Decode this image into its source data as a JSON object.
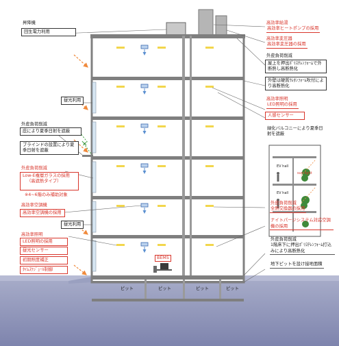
{
  "machine_room": {
    "title": "昇降機",
    "box": "回生電力利用"
  },
  "daylight": {
    "upper": "昼光利用",
    "lower": "昼光利用"
  },
  "left_eaves": {
    "heading": "外皮負荷削減",
    "box": "庇により夏季日射を遮蔽"
  },
  "left_blind": {
    "box": "ブラインドの設置により夏季日射を遮蔽"
  },
  "left_glass": {
    "heading": "外皮負荷削減",
    "line1": "Low-E複層ガラスの採用",
    "line2": "（高遮熱タイプ）",
    "note": "※4~6階のみ補助対象"
  },
  "left_ac": {
    "heading": "高効率空調機",
    "box": "高効率空調機の採用"
  },
  "left_light": {
    "heading": "高効率照明",
    "item1": "LED照明の採用",
    "item2": "昼光センサー",
    "item3": "初期照度補正",
    "item4": "ﾀｲﾑｽｹｼﾞｭｰﾙ制御"
  },
  "bems": {
    "label": "BEMS"
  },
  "right_hotwater": {
    "heading": "高効率給湯",
    "box": "高効率ヒートポンプの採用"
  },
  "right_transformer": {
    "heading": "高効率変圧器",
    "box": "高効率変圧器の採用"
  },
  "right_roof": {
    "heading": "外皮負荷削減",
    "box": "屋上を押出ﾎﾟﾘｽﾁﾚﾝﾌｫｰﾑで外断熱し高断熱化"
  },
  "right_wall": {
    "box": "外壁は硬質ｳﾚﾀﾝﾌｫｰﾑ吹付により高断熱化"
  },
  "right_light": {
    "heading": "高効率照明",
    "item1": "LED照明の採用",
    "item2": "人感センサー"
  },
  "right_balcony": {
    "box": "緑化バルコニーにより夏季日射を遮蔽",
    "inset_label1": "EV hall",
    "inset_label2": "EV hall",
    "inset_label3": "sun light"
  },
  "right_fan": {
    "heading": "外皮負荷削減",
    "box": "全熱交換器の採用"
  },
  "right_night": {
    "box": "ナイトパージシステム対応空調機の採用"
  },
  "right_floor": {
    "heading": "外皮負荷削減",
    "box": "1階床下に押出ﾎﾟﾘｽﾁﾚﾝﾌｫｰﾑ打込みにより高断熱化"
  },
  "right_pit": {
    "box": "地下ピットを設け接地面積"
  },
  "pits": [
    "ピット",
    "ピット",
    "ピット",
    "ピット"
  ],
  "colors": {
    "accent_red": "#d8342a",
    "wall": "#9a9a9a",
    "floor": "#7d7d7d",
    "ground": "#8a8fb4",
    "light": "#f2d64c",
    "arrow": "#f08a3c"
  }
}
